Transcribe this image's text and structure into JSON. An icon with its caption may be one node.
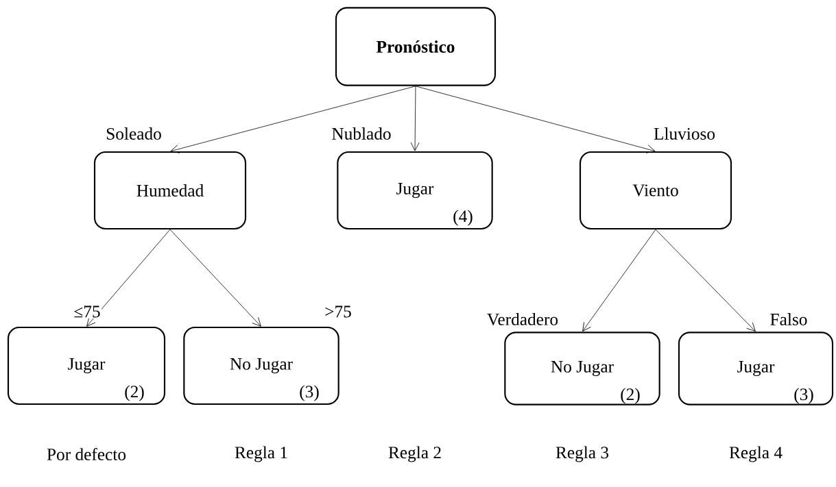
{
  "diagram": {
    "nodes": [
      {
        "text": [
          "Pronóstico"
        ]
      },
      {
        "text": [
          "Humedad"
        ]
      },
      {
        "text": [
          "Jugar",
          "(4)"
        ]
      },
      {
        "text": [
          "Viento"
        ]
      },
      {
        "text": [
          "Jugar",
          "(2)"
        ]
      },
      {
        "text": [
          "No Jugar",
          "(3)"
        ]
      },
      {
        "text": [
          "No Jugar",
          "(2)"
        ]
      },
      {
        "text": [
          "Jugar",
          "(3)"
        ]
      }
    ],
    "edges": [
      {
        "from": 0,
        "to": 1,
        "arrow": "to",
        "label": "Soleado"
      },
      {
        "from": 0,
        "to": 2,
        "arrow": "to",
        "label": "Nublado"
      },
      {
        "from": 0,
        "to": 3,
        "arrow": "to",
        "label": "Lluvioso"
      },
      {
        "from": 1,
        "to": 4,
        "arrow": "to",
        "label": "≤75"
      },
      {
        "from": 1,
        "to": 5,
        "arrow": "to",
        "label": ">75"
      },
      {
        "from": 3,
        "to": 6,
        "arrow": "to",
        "label": "Verdadero"
      },
      {
        "from": 3,
        "to": 7,
        "arrow": "to",
        "label": "Falso"
      }
    ],
    "labels": [
      "Por defecto",
      "Regla 1",
      "Regla 2",
      "Regla 3",
      "Regla 4"
    ]
  }
}
